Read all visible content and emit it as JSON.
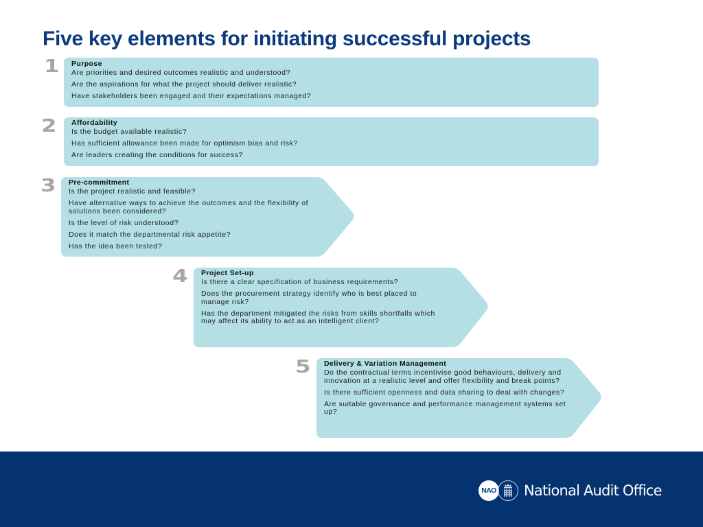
{
  "slide": {
    "title": "Five key elements for initiating successful projects",
    "colors": {
      "title": "#0b3a7e",
      "box_fill": "#b3dfe5",
      "number": "#a6a6a6",
      "footer": "#043370"
    }
  },
  "steps": [
    {
      "number": "1",
      "heading": "Purpose",
      "questions": [
        "Are priorities and desired outcomes realistic and understood?",
        "Are the aspirations for what the project should deliver realistic?",
        "Have stakeholders been engaged and their expectations managed?"
      ]
    },
    {
      "number": "2",
      "heading": "Affordability",
      "questions": [
        "Is the budget available realistic?",
        "Has sufficient allowance been made for optimism bias and risk?",
        "Are leaders creating the conditions for success?"
      ]
    },
    {
      "number": "3",
      "heading": "Pre-commitment",
      "questions": [
        "Is the project realistic and feasible?",
        "Have alternative ways to achieve the outcomes and the flexibility of solutions been considered?",
        "Is the level of risk understood?",
        "Does it match the departmental risk appetite?",
        "Has the idea been tested?"
      ]
    },
    {
      "number": "4",
      "heading": "Project Set-up",
      "questions": [
        "Is there a clear specification of business requirements?",
        "Does the procurement strategy identify who is best placed to manage risk?",
        "Has the department mitigated the risks from skills shortfalls which may affect its ability to act as an intelligent client?"
      ]
    },
    {
      "number": "5",
      "heading": "Delivery & Variation Management",
      "questions": [
        "Do the contractual terms incentivise good behaviours, delivery and innovation at a realistic level and offer flexibility and break points?",
        "Is there sufficient openness and data sharing to deal with changes?",
        "Are suitable governance and performance management systems set up?"
      ]
    }
  ],
  "footer": {
    "logo_badge": "NAO",
    "logo_crest_icon": "portcullis-crown-icon",
    "organisation": "National Audit Office"
  }
}
